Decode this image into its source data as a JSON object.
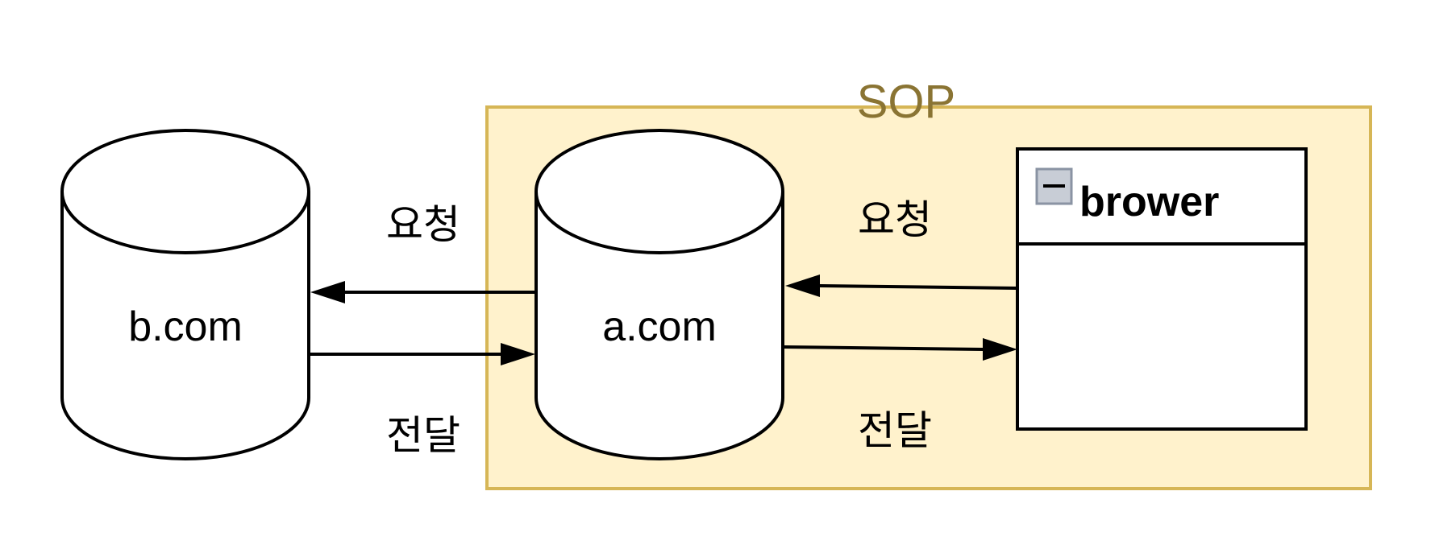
{
  "diagram": {
    "sop_label": "SOP",
    "nodes": {
      "b_com": "b.com",
      "a_com": "a.com",
      "browser": "brower"
    },
    "edges": {
      "a_to_b_request": "요청",
      "b_to_a_deliver": "전달",
      "browser_to_a_request": "요청",
      "a_to_browser_deliver": "전달"
    },
    "colors": {
      "sop_fill": "#fff2cc",
      "sop_stroke": "#d6b656",
      "sop_text": "#8a7433",
      "stroke": "#000000",
      "collapse_icon_fill": "#c8cdd6",
      "collapse_icon_border": "#8a93a3"
    },
    "icons": {
      "browser_collapse": "minus-square-icon"
    }
  }
}
